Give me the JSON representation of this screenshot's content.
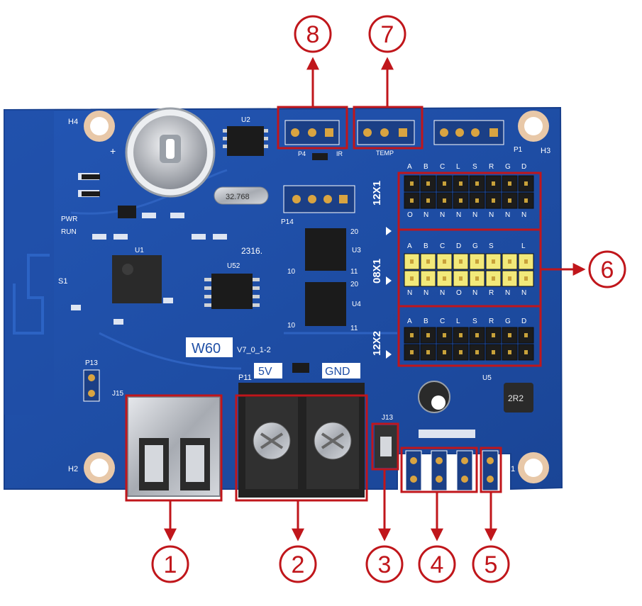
{
  "colors": {
    "pcb_blue": "#1f4fa6",
    "pcb_blue_dark": "#173f8c",
    "silkscreen": "#ffffff",
    "annotation_red": "#c0161b",
    "pin_black": "#1c1c1c",
    "pin_yellow": "#f2e97a",
    "gold_pad": "#d9a441",
    "terminal_black": "#222222",
    "usb_silver": "#b9bcc2"
  },
  "board": {
    "model_label": "W60",
    "version_label": "V7_0_1-2",
    "silkscreen": {
      "mount_holes": [
        "H4",
        "H2",
        "H1",
        "H3"
      ],
      "leds": [
        "PWR",
        "RUN"
      ],
      "power_labels": [
        "5V",
        "GND"
      ],
      "ports": [
        "P1",
        "P4",
        "P11",
        "P13",
        "P14",
        "J13",
        "J15",
        "S1"
      ],
      "chips": [
        "U1",
        "U2",
        "U3",
        "U4",
        "U5",
        "U52"
      ],
      "port_groups": [
        "12X1",
        "08X1",
        "12X2"
      ],
      "hub_12x1_pins_top": [
        "A",
        "B",
        "C",
        "L",
        "S",
        "R",
        "G",
        "D"
      ],
      "hub_12x1_pins_bottom": [
        "O",
        "N",
        "N",
        "N",
        "N",
        "N",
        "N",
        "N"
      ],
      "hub_08x1_pins_top": [
        "A",
        "B",
        "C",
        "D",
        "G",
        "S",
        "L"
      ],
      "hub_08x1_pins_bottom": [
        "N",
        "N",
        "N",
        "O",
        "N",
        "R",
        "N",
        "N"
      ],
      "hub_12x2_pins_top": [
        "A",
        "B",
        "C",
        "L",
        "S",
        "R",
        "G",
        "D"
      ],
      "row_number_labels": [
        "20",
        "11",
        "10",
        "20",
        "10",
        "11"
      ],
      "misc_labels": [
        "2316.",
        "IR",
        "TEMP",
        "32.768",
        "2R2"
      ]
    }
  },
  "annotations": [
    {
      "number": "1"
    },
    {
      "number": "2"
    },
    {
      "number": "3"
    },
    {
      "number": "4"
    },
    {
      "number": "5"
    },
    {
      "number": "6"
    },
    {
      "number": "7"
    },
    {
      "number": "8"
    }
  ]
}
